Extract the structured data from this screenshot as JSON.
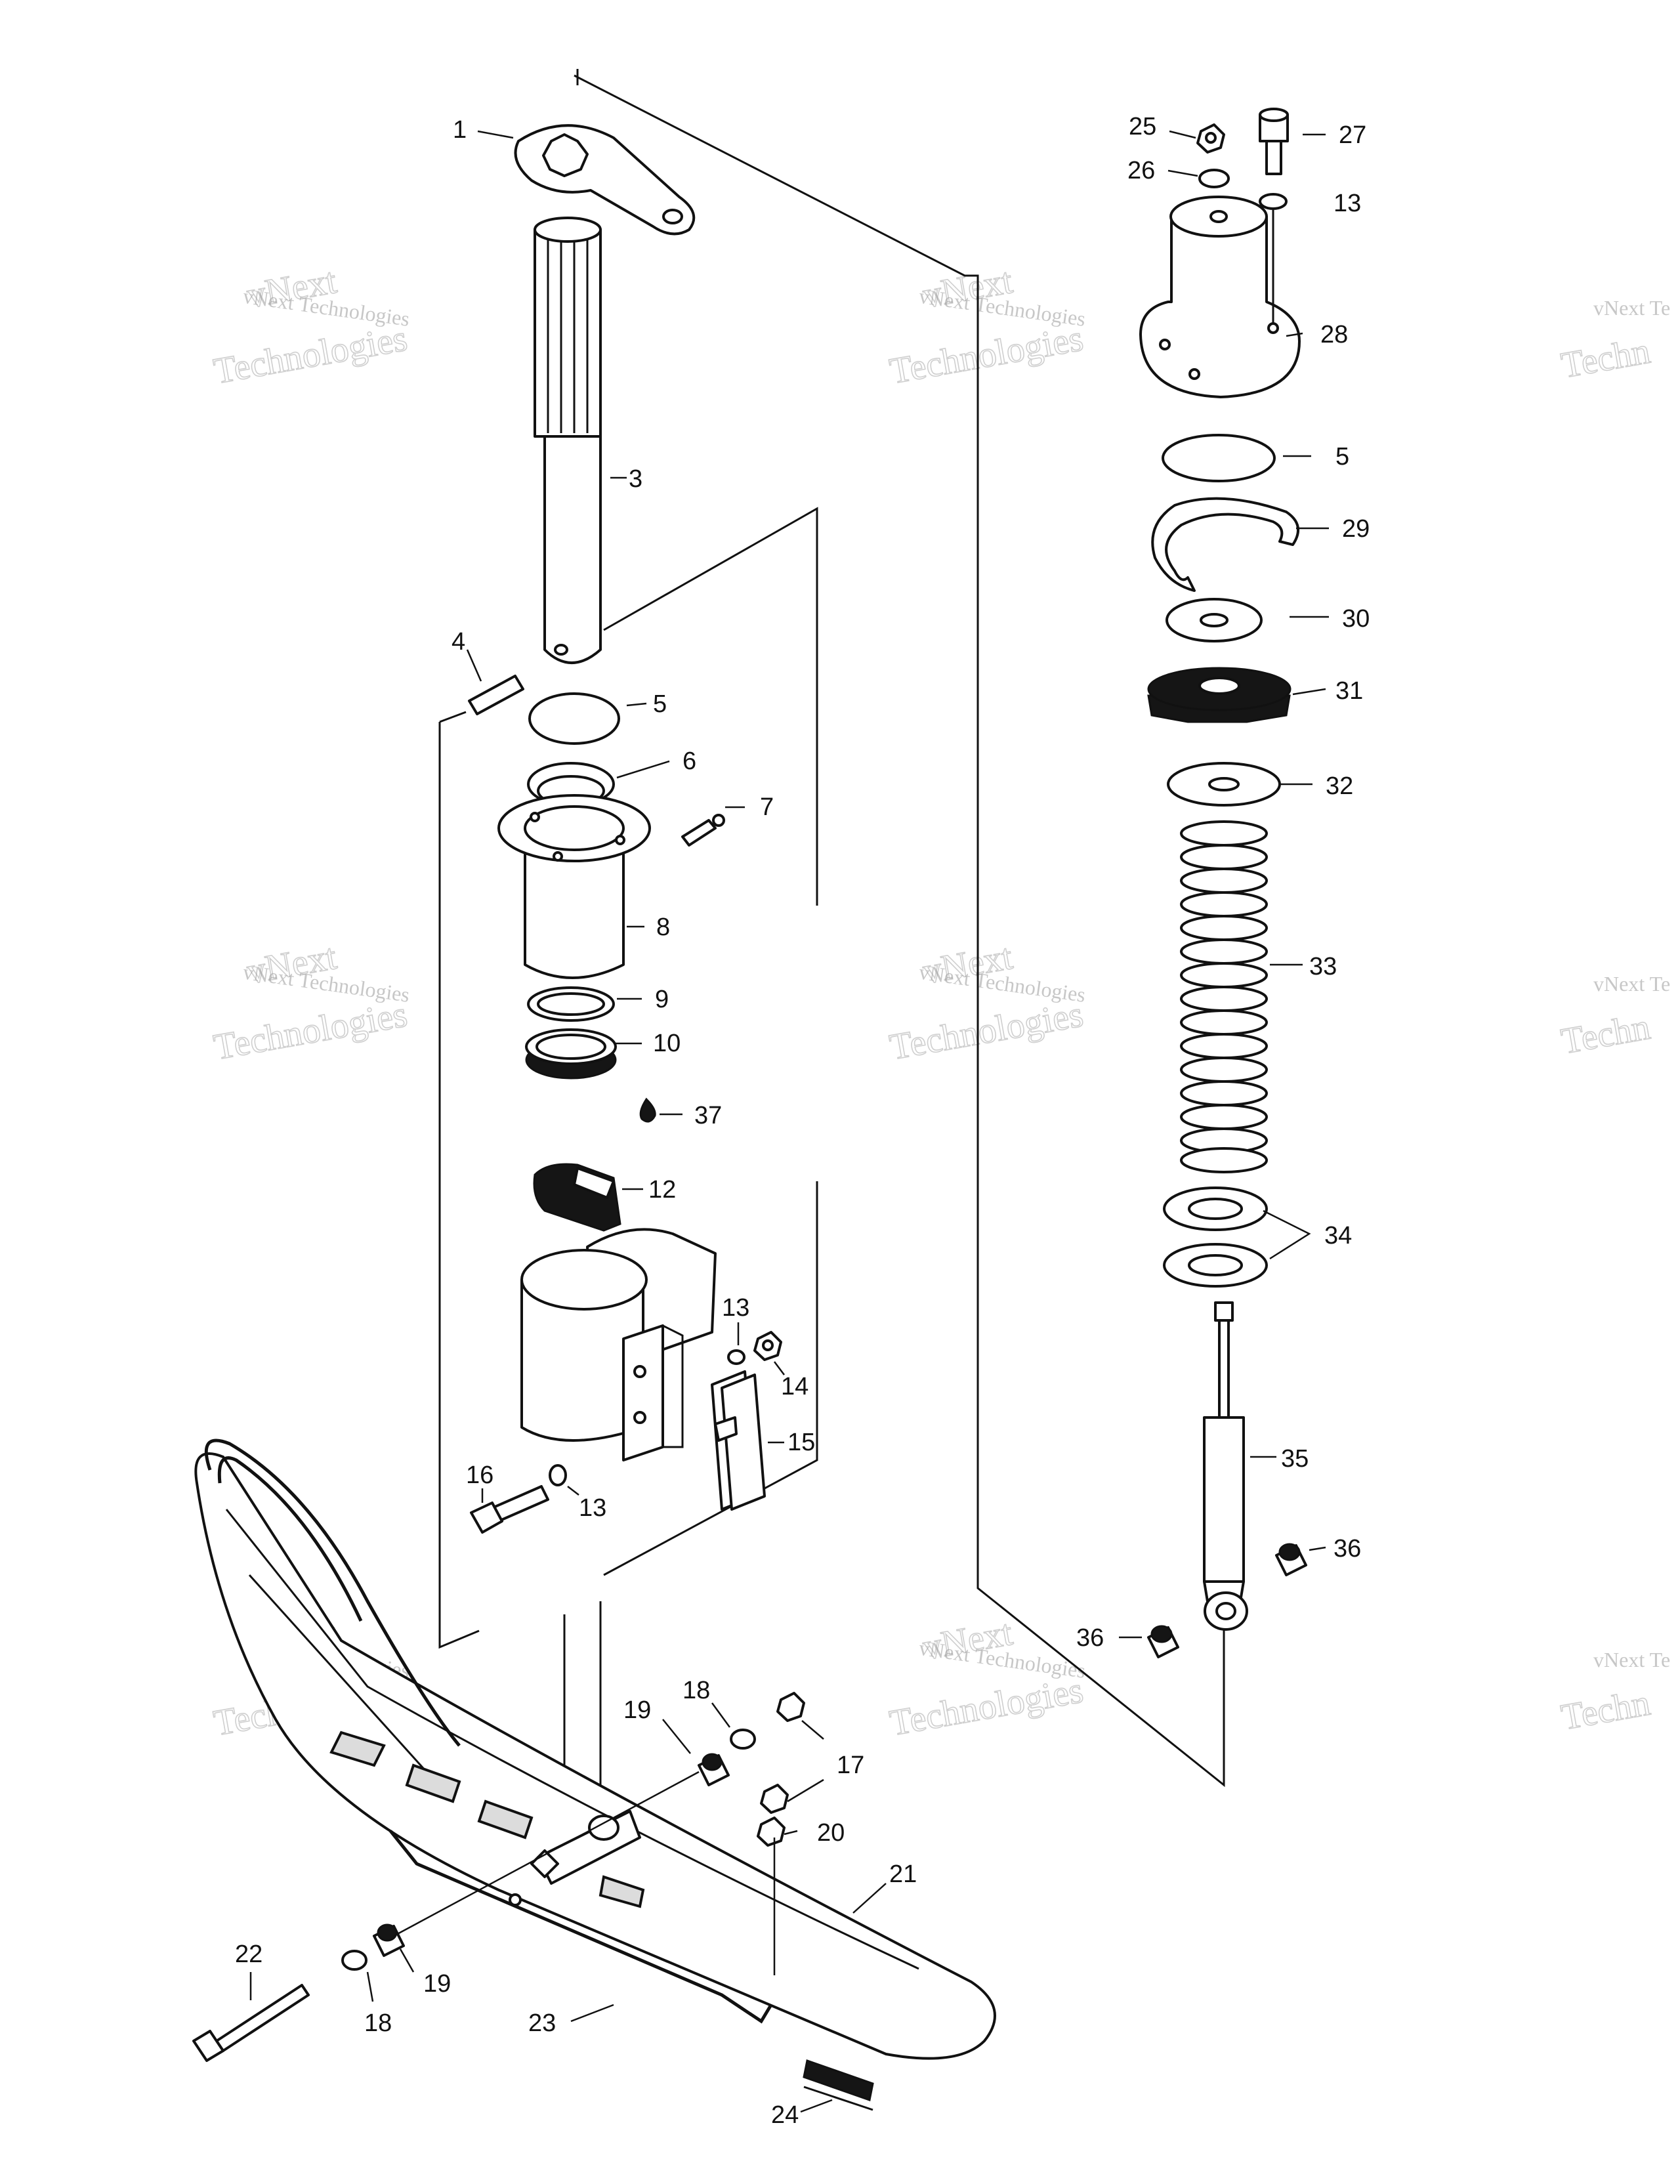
{
  "callouts": [
    {
      "key": "c1",
      "text": "1"
    },
    {
      "key": "c3",
      "text": "3"
    },
    {
      "key": "c4",
      "text": "4"
    },
    {
      "key": "c5a",
      "text": "5"
    },
    {
      "key": "c6",
      "text": "6"
    },
    {
      "key": "c7",
      "text": "7"
    },
    {
      "key": "c8",
      "text": "8"
    },
    {
      "key": "c9",
      "text": "9"
    },
    {
      "key": "c10",
      "text": "10"
    },
    {
      "key": "c37",
      "text": "37"
    },
    {
      "key": "c12",
      "text": "12"
    },
    {
      "key": "c13a",
      "text": "13"
    },
    {
      "key": "c14",
      "text": "14"
    },
    {
      "key": "c15",
      "text": "15"
    },
    {
      "key": "c16",
      "text": "16"
    },
    {
      "key": "c13b",
      "text": "13"
    },
    {
      "key": "c25",
      "text": "25"
    },
    {
      "key": "c27",
      "text": "27"
    },
    {
      "key": "c26",
      "text": "26"
    },
    {
      "key": "c13c",
      "text": "13"
    },
    {
      "key": "c28",
      "text": "28"
    },
    {
      "key": "c5b",
      "text": "5"
    },
    {
      "key": "c29",
      "text": "29"
    },
    {
      "key": "c30",
      "text": "30"
    },
    {
      "key": "c31",
      "text": "31"
    },
    {
      "key": "c32",
      "text": "32"
    },
    {
      "key": "c33",
      "text": "33"
    },
    {
      "key": "c34",
      "text": "34"
    },
    {
      "key": "c35",
      "text": "35"
    },
    {
      "key": "c36a",
      "text": "36"
    },
    {
      "key": "c36b",
      "text": "36"
    },
    {
      "key": "c19a",
      "text": "19"
    },
    {
      "key": "c18a",
      "text": "18"
    },
    {
      "key": "c17",
      "text": "17"
    },
    {
      "key": "c20",
      "text": "20"
    },
    {
      "key": "c21",
      "text": "21"
    },
    {
      "key": "c22",
      "text": "22"
    },
    {
      "key": "c18b",
      "text": "18"
    },
    {
      "key": "c19b",
      "text": "19"
    },
    {
      "key": "c23",
      "text": "23"
    },
    {
      "key": "c24",
      "text": "24"
    }
  ],
  "watermark": {
    "line1": "vNext Technologies",
    "line2a": "vNext",
    "line2b": "Technologies",
    "edge1": "vNext Te",
    "edge2": "Techn"
  }
}
